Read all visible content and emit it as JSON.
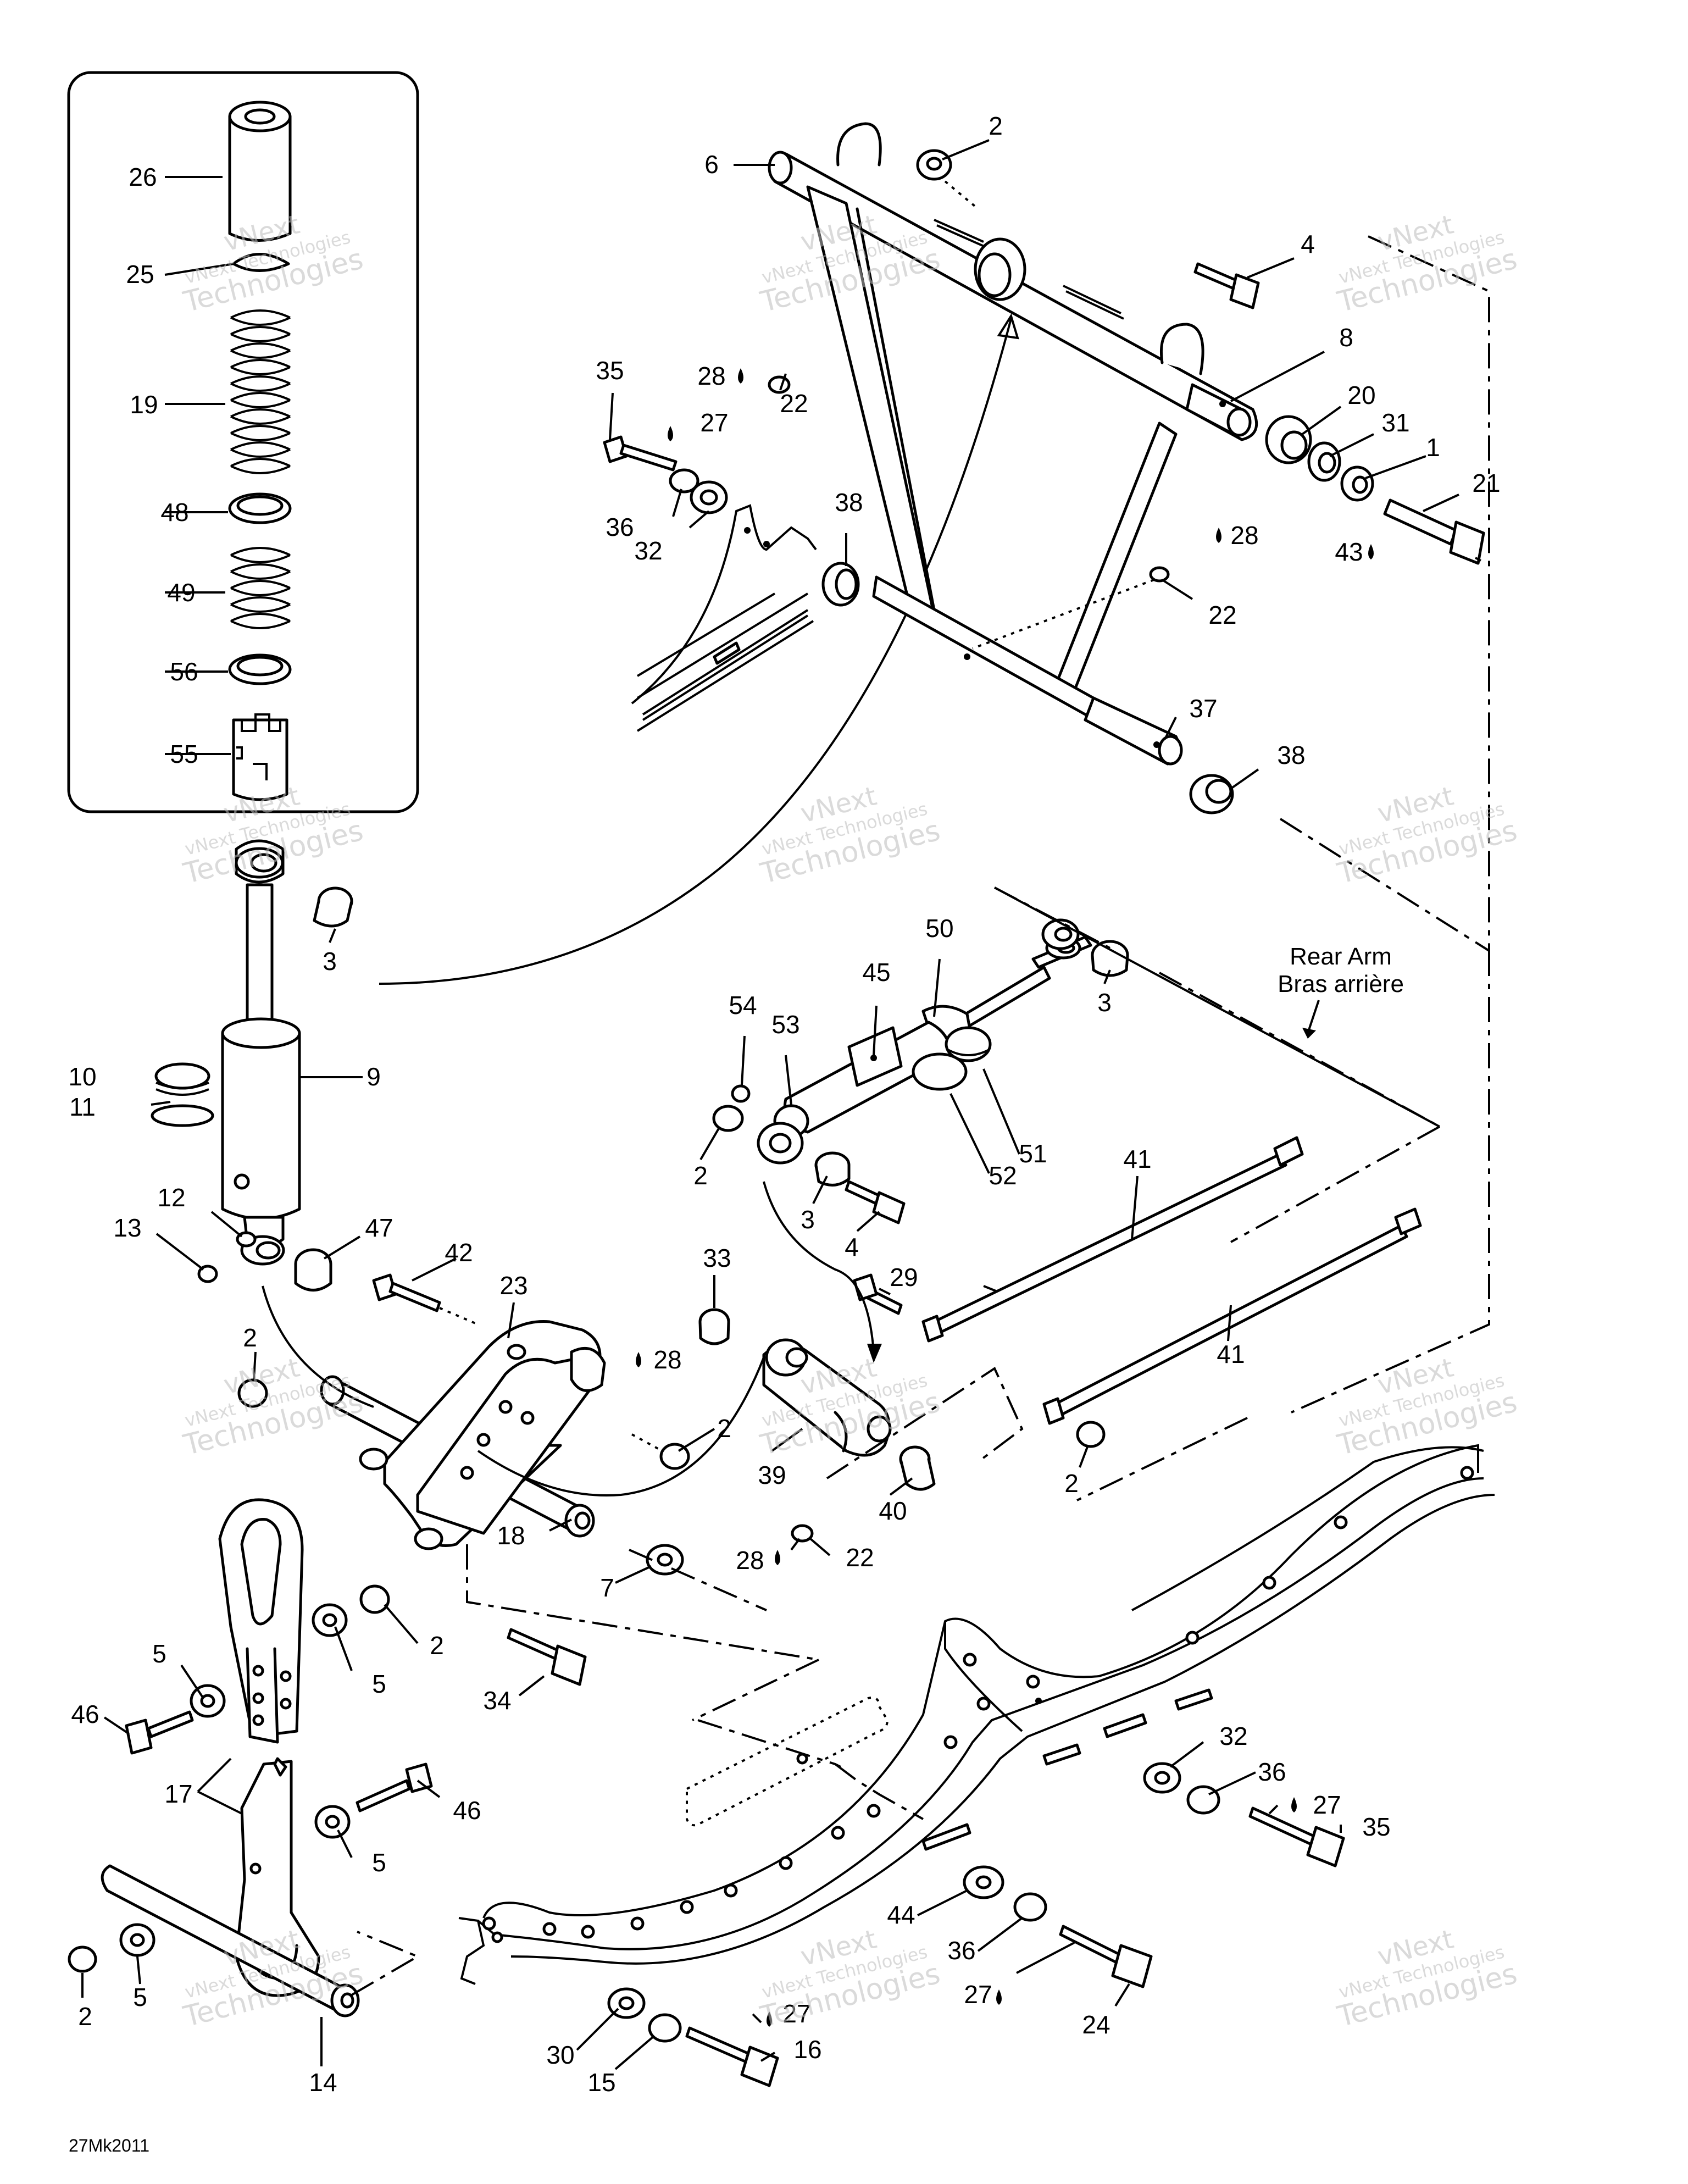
{
  "callouts": [
    {
      "id": "c26",
      "text": "26"
    },
    {
      "id": "c25",
      "text": "25"
    },
    {
      "id": "c19",
      "text": "19"
    },
    {
      "id": "c48",
      "text": "48"
    },
    {
      "id": "c49",
      "text": "49"
    },
    {
      "id": "c56",
      "text": "56"
    },
    {
      "id": "c55",
      "text": "55"
    },
    {
      "id": "c6",
      "text": "6"
    },
    {
      "id": "c2a",
      "text": "2"
    },
    {
      "id": "c4a",
      "text": "4"
    },
    {
      "id": "c8",
      "text": "8"
    },
    {
      "id": "c20",
      "text": "20"
    },
    {
      "id": "c31",
      "text": "31"
    },
    {
      "id": "c1",
      "text": "1"
    },
    {
      "id": "c21",
      "text": "21"
    },
    {
      "id": "c43",
      "text": "43"
    },
    {
      "id": "c35a",
      "text": "35"
    },
    {
      "id": "c28a",
      "text": "28"
    },
    {
      "id": "c22a",
      "text": "22"
    },
    {
      "id": "c27a",
      "text": "27"
    },
    {
      "id": "c36a",
      "text": "36"
    },
    {
      "id": "c32a",
      "text": "32"
    },
    {
      "id": "c38a",
      "text": "38"
    },
    {
      "id": "c28b",
      "text": "28"
    },
    {
      "id": "c22b",
      "text": "22"
    },
    {
      "id": "c37",
      "text": "37"
    },
    {
      "id": "c38b",
      "text": "38"
    },
    {
      "id": "c3a",
      "text": "3"
    },
    {
      "id": "c9",
      "text": "9"
    },
    {
      "id": "c10",
      "text": "10"
    },
    {
      "id": "c11",
      "text": "11"
    },
    {
      "id": "c12",
      "text": "12"
    },
    {
      "id": "c13",
      "text": "13"
    },
    {
      "id": "c47",
      "text": "47"
    },
    {
      "id": "c42",
      "text": "42"
    },
    {
      "id": "c23",
      "text": "23"
    },
    {
      "id": "c28c",
      "text": "28"
    },
    {
      "id": "c2b",
      "text": "2"
    },
    {
      "id": "c2c",
      "text": "2"
    },
    {
      "id": "c18",
      "text": "18"
    },
    {
      "id": "c7",
      "text": "7"
    },
    {
      "id": "c34",
      "text": "34"
    },
    {
      "id": "c50",
      "text": "50"
    },
    {
      "id": "c45",
      "text": "45"
    },
    {
      "id": "c54",
      "text": "54"
    },
    {
      "id": "c53",
      "text": "53"
    },
    {
      "id": "c3b",
      "text": "3"
    },
    {
      "id": "c2d",
      "text": "2"
    },
    {
      "id": "c51",
      "text": "51"
    },
    {
      "id": "c52",
      "text": "52"
    },
    {
      "id": "c3c",
      "text": "3"
    },
    {
      "id": "c4b",
      "text": "4"
    },
    {
      "id": "c41a",
      "text": "41"
    },
    {
      "id": "c41b",
      "text": "41"
    },
    {
      "id": "c33",
      "text": "33"
    },
    {
      "id": "c29",
      "text": "29"
    },
    {
      "id": "c39",
      "text": "39"
    },
    {
      "id": "c40",
      "text": "40"
    },
    {
      "id": "c28d",
      "text": "28"
    },
    {
      "id": "c22c",
      "text": "22"
    },
    {
      "id": "c2e",
      "text": "2"
    },
    {
      "id": "c5a",
      "text": "5"
    },
    {
      "id": "c5b",
      "text": "5"
    },
    {
      "id": "c2f",
      "text": "2"
    },
    {
      "id": "c46a",
      "text": "46"
    },
    {
      "id": "c17",
      "text": "17"
    },
    {
      "id": "c46b",
      "text": "46"
    },
    {
      "id": "c5c",
      "text": "5"
    },
    {
      "id": "c2g",
      "text": "2"
    },
    {
      "id": "c5d",
      "text": "5"
    },
    {
      "id": "c14",
      "text": "14"
    },
    {
      "id": "c32b",
      "text": "32"
    },
    {
      "id": "c36b",
      "text": "36"
    },
    {
      "id": "c27b",
      "text": "27"
    },
    {
      "id": "c35b",
      "text": "35"
    },
    {
      "id": "c44",
      "text": "44"
    },
    {
      "id": "c36c",
      "text": "36"
    },
    {
      "id": "c27c",
      "text": "27"
    },
    {
      "id": "c24",
      "text": "24"
    },
    {
      "id": "c27d",
      "text": "27"
    },
    {
      "id": "c30",
      "text": "30"
    },
    {
      "id": "c15",
      "text": "15"
    },
    {
      "id": "c16",
      "text": "16"
    }
  ],
  "rear_arm_label": {
    "en": "Rear Arm",
    "fr": "Bras arrière"
  },
  "watermark": {
    "line1": "vNext",
    "line2": "vNext Technologies",
    "line3": "Technologies"
  },
  "drawing_ref": "27Mk2011"
}
